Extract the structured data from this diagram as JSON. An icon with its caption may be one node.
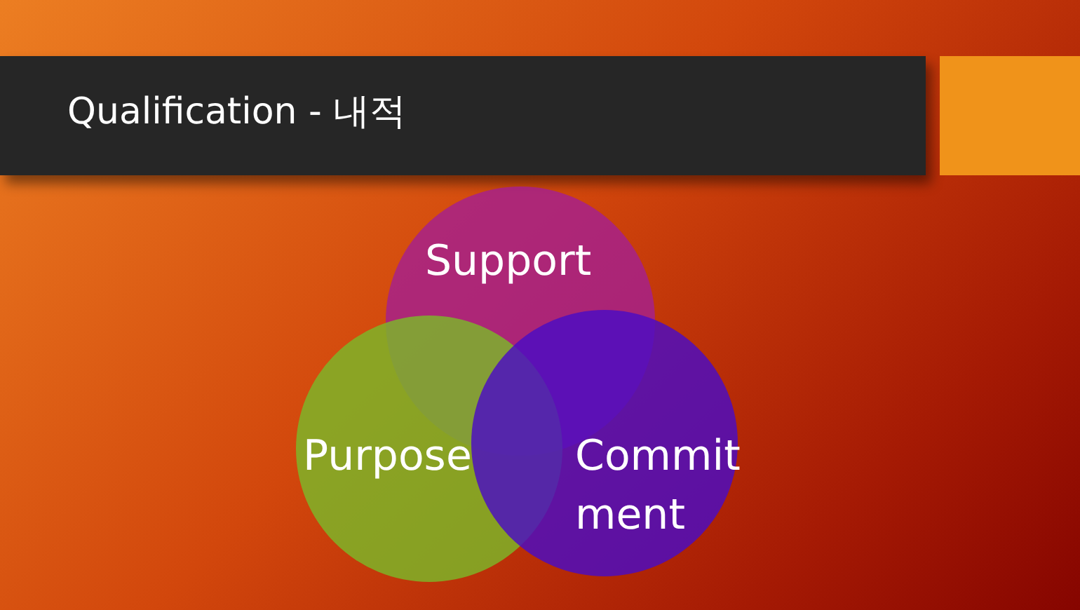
{
  "diagram": {
    "title": "Qualification - 내적",
    "nodes": [
      {
        "text": [
          "Support"
        ]
      },
      {
        "text": [
          "Purpose"
        ]
      },
      {
        "text": [
          "Commitment"
        ]
      }
    ],
    "edges": []
  }
}
